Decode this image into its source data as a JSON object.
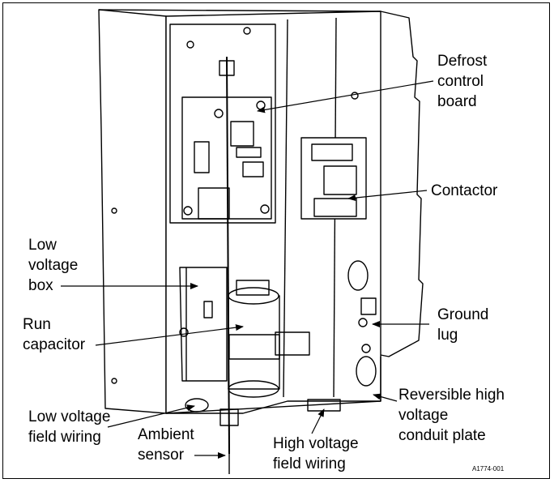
{
  "labels": {
    "defrost_control_board": [
      "Defrost",
      "control",
      "board"
    ],
    "contactor": [
      "Contactor"
    ],
    "low_voltage_box": [
      "Low",
      "voltage",
      "box"
    ],
    "run_capacitor": [
      "Run",
      "capacitor"
    ],
    "ground_lug": [
      "Ground",
      "lug"
    ],
    "reversible_high_voltage_conduit_plate": [
      "Reversible high",
      "voltage",
      "conduit plate"
    ],
    "low_voltage_field_wiring": [
      "Low voltage",
      "field wiring"
    ],
    "ambient_sensor": [
      "Ambient",
      "sensor"
    ],
    "high_voltage_field_wiring": [
      "High voltage",
      "field wiring"
    ]
  },
  "figure_id": "A1774-001",
  "colors": {
    "line": "#000000",
    "panel": "#ffffff"
  }
}
